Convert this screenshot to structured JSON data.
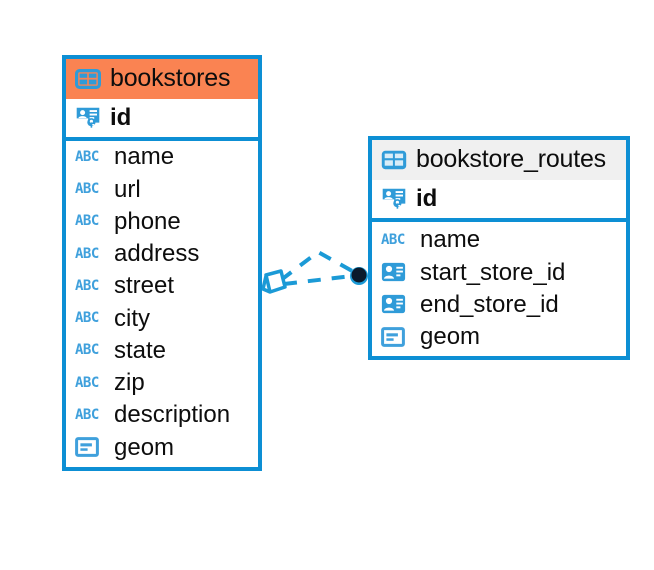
{
  "diagram": {
    "type": "entity-relationship-diagram",
    "colors": {
      "border_blue": "#0d8fd4",
      "header_accent_orange": "#fa8352",
      "header_plain_gray": "#f0f0f0",
      "icon_blue": "#2f9bd8",
      "text": "#0d0d0d",
      "connector_blue": "#1b9ad6",
      "connector_endpoint": "#0b1a2b"
    },
    "entities": [
      {
        "name": "bookstores",
        "header_icon": "table-icon",
        "header_style": "accent",
        "fields": [
          {
            "label": "id",
            "icon": "primary-key-icon",
            "key": true
          },
          {
            "label": "name",
            "icon": "abc-text-icon",
            "key": false
          },
          {
            "label": "url",
            "icon": "abc-text-icon",
            "key": false
          },
          {
            "label": "phone",
            "icon": "abc-text-icon",
            "key": false
          },
          {
            "label": "address",
            "icon": "abc-text-icon",
            "key": false
          },
          {
            "label": "street",
            "icon": "abc-text-icon",
            "key": false
          },
          {
            "label": "city",
            "icon": "abc-text-icon",
            "key": false
          },
          {
            "label": "state",
            "icon": "abc-text-icon",
            "key": false
          },
          {
            "label": "zip",
            "icon": "abc-text-icon",
            "key": false
          },
          {
            "label": "description",
            "icon": "abc-text-icon",
            "key": false
          },
          {
            "label": "geom",
            "icon": "geometry-icon",
            "key": false
          }
        ]
      },
      {
        "name": "bookstore_routes",
        "header_icon": "table-icon",
        "header_style": "plain",
        "fields": [
          {
            "label": "id",
            "icon": "primary-key-icon",
            "key": true
          },
          {
            "label": "name",
            "icon": "abc-text-icon",
            "key": false
          },
          {
            "label": "start_store_id",
            "icon": "foreign-key-icon",
            "key": false
          },
          {
            "label": "end_store_id",
            "icon": "foreign-key-icon",
            "key": false
          },
          {
            "label": "geom",
            "icon": "geometry-icon",
            "key": false
          }
        ]
      }
    ],
    "relationships": [
      {
        "from": "bookstores.id",
        "to": "bookstore_routes.start_store_id",
        "style": "dashed"
      },
      {
        "from": "bookstores.id",
        "to": "bookstore_routes.end_store_id",
        "style": "dashed"
      }
    ],
    "icon_text": {
      "abc": "ABC"
    }
  }
}
